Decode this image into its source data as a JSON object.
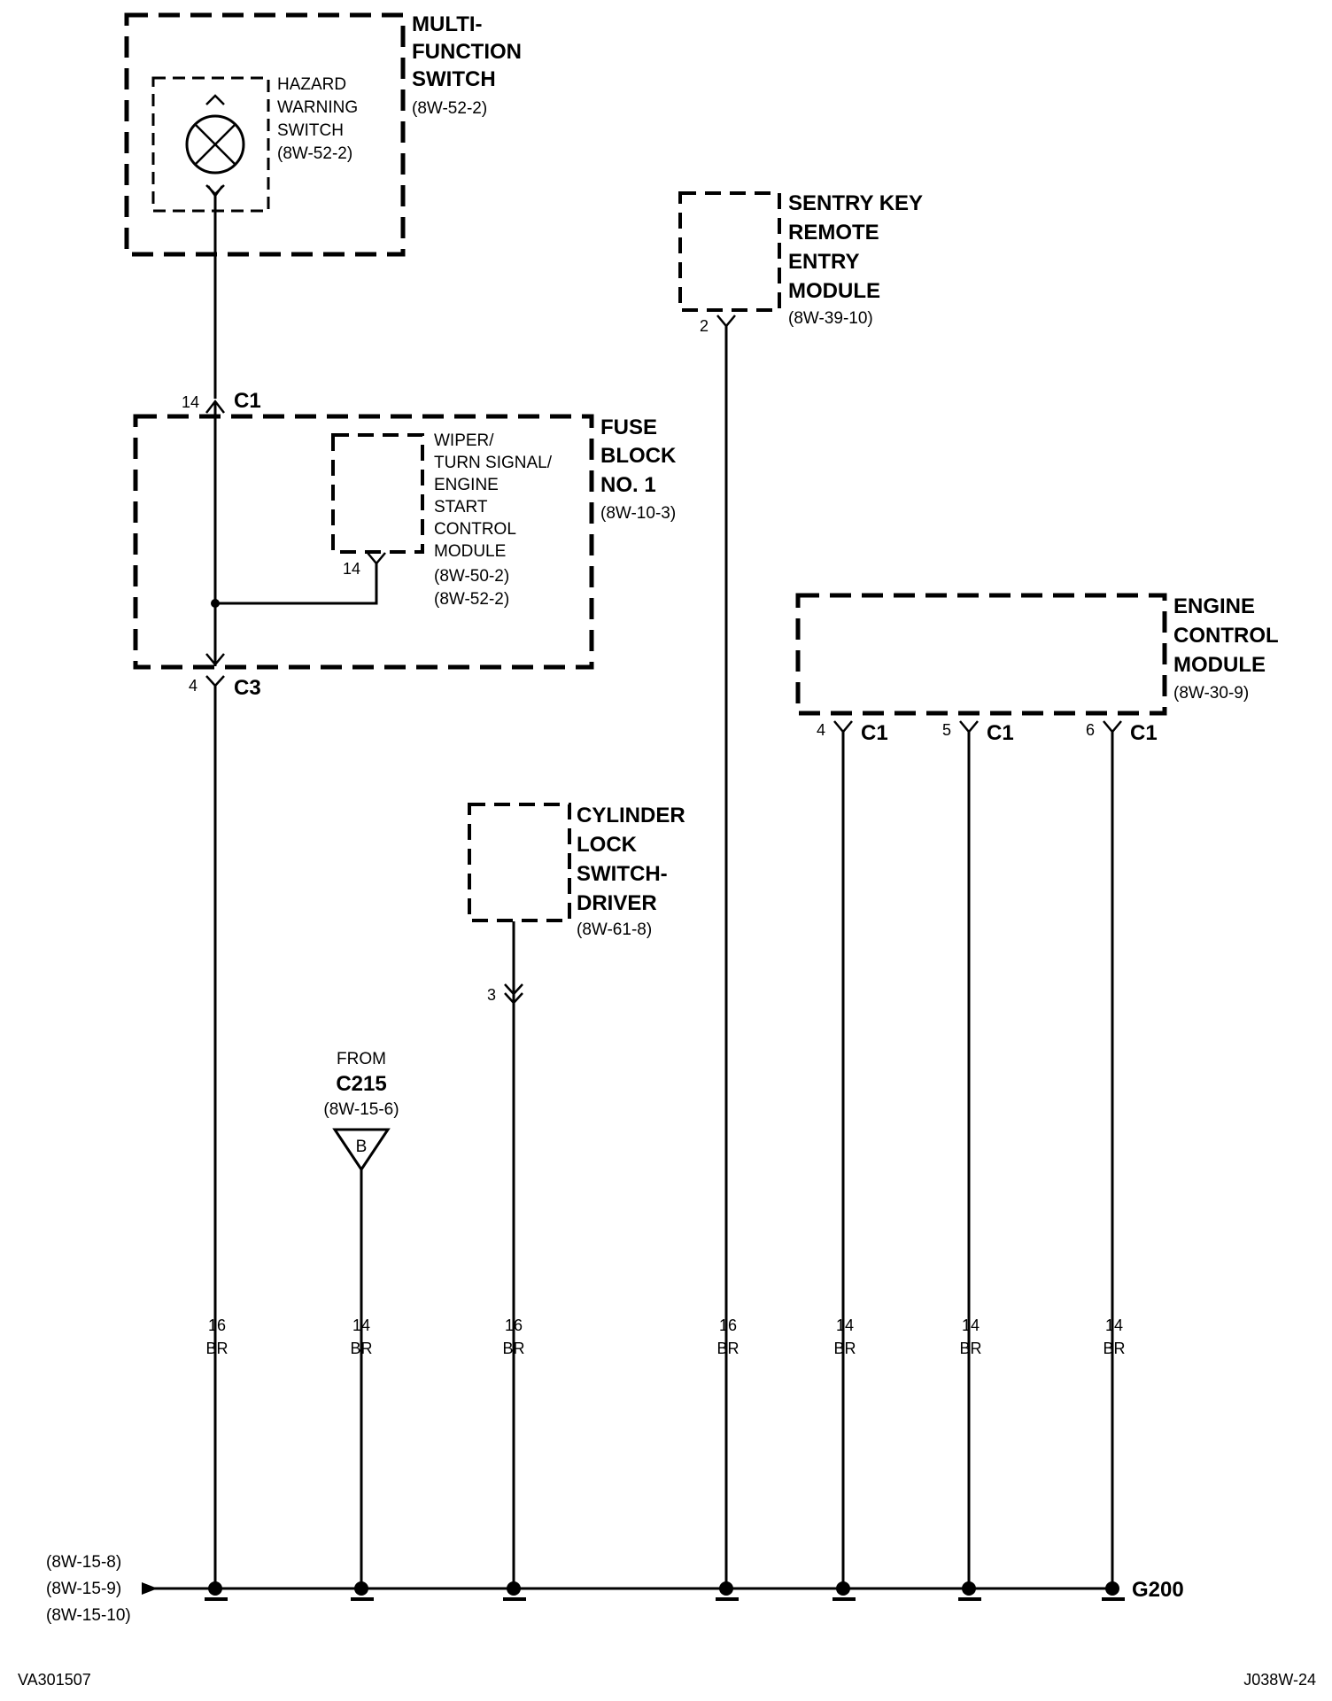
{
  "components": {
    "multi_function_switch": {
      "title": [
        "MULTI-",
        "FUNCTION",
        "SWITCH"
      ],
      "ref": "(8W-52-2)"
    },
    "hazard_warning_switch": {
      "title": [
        "HAZARD",
        "WARNING",
        "SWITCH"
      ],
      "ref": "(8W-52-2)"
    },
    "fuse_block": {
      "title": [
        "FUSE",
        "BLOCK",
        "NO. 1"
      ],
      "ref": "(8W-10-3)",
      "c1_pin": "14",
      "c1_label": "C1",
      "c3_pin": "4",
      "c3_label": "C3"
    },
    "wiper_module": {
      "title": [
        "WIPER/",
        "TURN SIGNAL/",
        "ENGINE",
        "START",
        "CONTROL",
        "MODULE"
      ],
      "refs": [
        "(8W-50-2)",
        "(8W-52-2)"
      ],
      "pin": "14"
    },
    "sentry_key": {
      "title": [
        "SENTRY KEY",
        "REMOTE",
        "ENTRY",
        "MODULE"
      ],
      "ref": "(8W-39-10)",
      "pin": "2"
    },
    "engine_control_module": {
      "title": [
        "ENGINE",
        "CONTROL",
        "MODULE"
      ],
      "ref": "(8W-30-9)",
      "pins": [
        {
          "pin": "4",
          "connector": "C1"
        },
        {
          "pin": "5",
          "connector": "C1"
        },
        {
          "pin": "6",
          "connector": "C1"
        }
      ]
    },
    "cylinder_lock_switch": {
      "title": [
        "CYLINDER",
        "LOCK",
        "SWITCH-",
        "DRIVER"
      ],
      "ref": "(8W-61-8)",
      "pin": "3"
    },
    "from_c215": {
      "from": "FROM",
      "connector": "C215",
      "ref": "(8W-15-6)",
      "letter": "B"
    }
  },
  "wires": [
    {
      "gauge": "16",
      "color": "BR"
    },
    {
      "gauge": "14",
      "color": "BR"
    },
    {
      "gauge": "16",
      "color": "BR"
    },
    {
      "gauge": "16",
      "color": "BR"
    },
    {
      "gauge": "14",
      "color": "BR"
    },
    {
      "gauge": "14",
      "color": "BR"
    },
    {
      "gauge": "14",
      "color": "BR"
    }
  ],
  "ground": {
    "label": "G200",
    "refs": [
      "(8W-15-8)",
      "(8W-15-9)",
      "(8W-15-10)"
    ]
  },
  "footer": {
    "left": "VA301507",
    "right": "J038W-24"
  }
}
